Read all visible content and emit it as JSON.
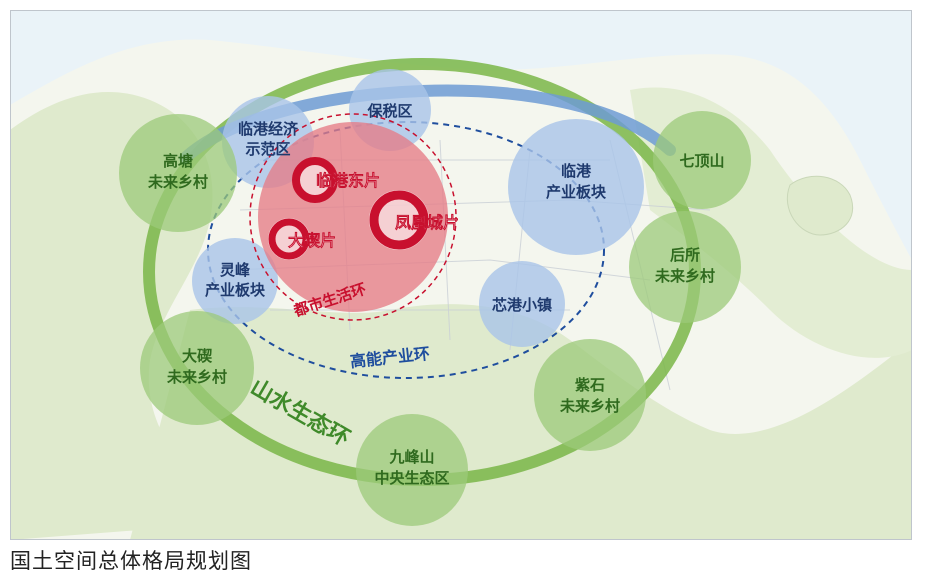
{
  "caption": "国土空间总体格局规划图",
  "rings": {
    "eco": "山水生态环",
    "industry": "高能产业环",
    "urban": "都市生活环"
  },
  "urban_cores": {
    "lingang_east": "临港东片",
    "fenghuang": "凤凰城片",
    "daxie": "大碶片"
  },
  "industry_nodes": {
    "baoshui": "保税区",
    "lingang_demo_1": "临港经济",
    "lingang_demo_2": "示范区",
    "lingang_block_1": "临港",
    "lingang_block_2": "产业板块",
    "lingfeng_1": "灵峰",
    "lingfeng_2": "产业板块",
    "xingang": "芯港小镇"
  },
  "eco_nodes": {
    "gaotang_1": "高塘",
    "gaotang_2": "未来乡村",
    "qiding": "七顶山",
    "housuo_1": "后所",
    "housuo_2": "未来乡村",
    "daxie_1": "大碶",
    "daxie_2": "未来乡村",
    "zishi_1": "紫石",
    "zishi_2": "未来乡村",
    "jiufeng_1": "九峰山",
    "jiufeng_2": "中央生态区"
  },
  "colors": {
    "sea": "#eaf3f8",
    "land": "#f4f6ee",
    "green_land": "#dfeacd",
    "eco_ring": "#7ab648",
    "eco_text": "#3f8a2a",
    "blue_ring": "#6d9bd3",
    "blue_dash": "#1f4e9e",
    "urban_fill": "#e57c86",
    "urban_dash": "#c8102e",
    "red_core": "#c8102e",
    "blue_node": "#a9c4e8",
    "green_node": "#9cc979",
    "node_text_blue": "#1f3a6e",
    "node_text_green": "#2f6a1e"
  }
}
